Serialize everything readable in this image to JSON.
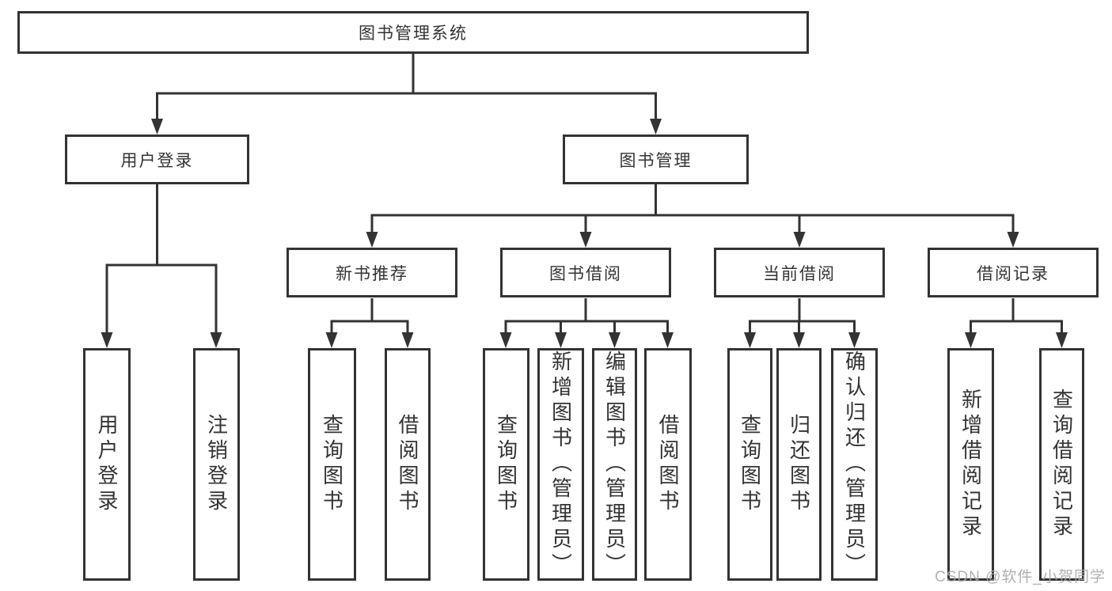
{
  "nodes": {
    "root": "图书管理系统",
    "level2": [
      "用户登录",
      "图书管理"
    ],
    "level3": [
      "新书推荐",
      "图书借阅",
      "当前借阅",
      "借阅记录"
    ],
    "leaves_user_login": [
      "用户登录",
      "注销登录"
    ],
    "leaves_new_book": [
      "查询图书",
      "借阅图书"
    ],
    "leaves_book_borrow": [
      "查询图书",
      "新增图书（管理员）",
      "编辑图书（管理员）",
      "借阅图书"
    ],
    "leaves_current_borrow": [
      "查询图书",
      "归还图书",
      "确认归还（管理员）"
    ],
    "leaves_borrow_record": [
      "新增借阅记录",
      "查询借阅记录"
    ]
  },
  "watermark": "CSDN @软件_小贺同学",
  "colors": {
    "line": "#333333",
    "text": "#333333",
    "node_background": "#ffffff",
    "page_background": "#ffffff",
    "watermark": "#a8a8a8"
  }
}
